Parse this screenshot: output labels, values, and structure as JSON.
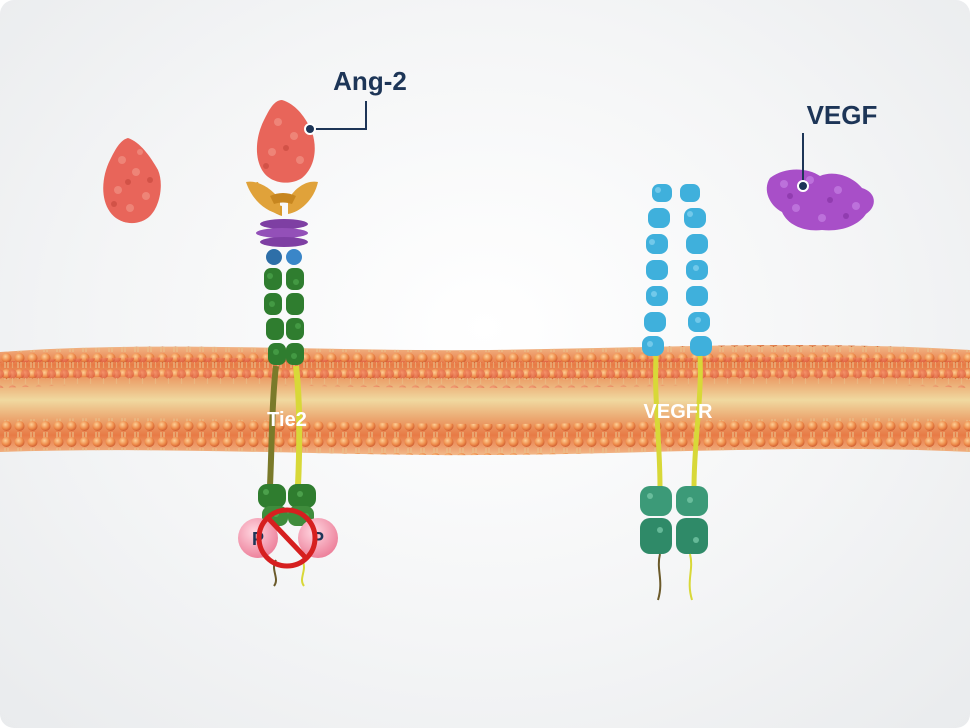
{
  "labels": {
    "ang2": "Ang-2",
    "vegf": "VEGF",
    "tie2": "Tie2",
    "vegfr": "VEGFR",
    "phospho": "P"
  },
  "colors": {
    "ang2": "#e8655a",
    "vegf": "#a84fc8",
    "tie2_ig": "#2f7d2f",
    "tie2_kinase": "#3f8c3c",
    "vegfr_ig": "#3fb0dc",
    "vegfr_kinase": "#3c9a78",
    "transmembrane": "#d8d838",
    "membrane_head": "#e3733e",
    "label_dark": "#1d3557",
    "phospho": "#f08aa0",
    "inhibit": "#d61f1f"
  }
}
